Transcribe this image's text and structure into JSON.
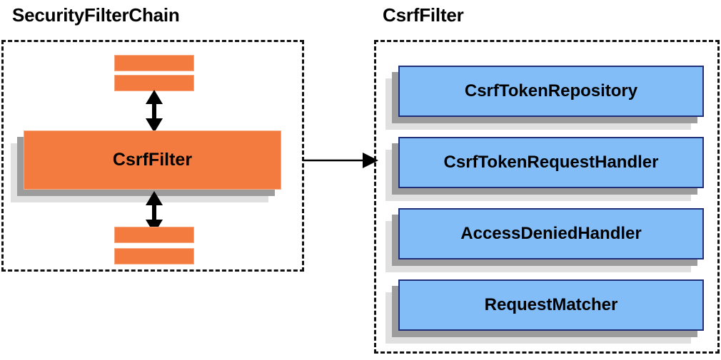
{
  "diagram": {
    "type": "component-collaboration-diagram",
    "background_color": "#ffffff",
    "left_panel": {
      "title": "SecurityFilterChain",
      "container_style": "dashed-border",
      "accent_color": "#f47b3f",
      "top_bars": [
        {
          "name": "anonymous-filter-bar-1"
        },
        {
          "name": "anonymous-filter-bar-2"
        }
      ],
      "main_component": {
        "label": "CsrfFilter",
        "fill_color": "#f47b3f",
        "border_color": "#f9a97f"
      },
      "bottom_bars": [
        {
          "name": "anonymous-filter-bar-3"
        },
        {
          "name": "anonymous-filter-bar-4"
        }
      ],
      "connectors": [
        {
          "name": "up-down-arrow-above",
          "style": "double-headed-vertical"
        },
        {
          "name": "up-down-arrow-below",
          "style": "double-headed-vertical"
        }
      ]
    },
    "link_arrow": {
      "name": "csrf-filter-detail-arrow",
      "style": "single-headed-horizontal",
      "from": "CsrfFilter",
      "to": "CsrfFilter detail panel"
    },
    "right_panel": {
      "title": "CsrfFilter",
      "container_style": "dashed-border",
      "accent_color": "#82bdf7",
      "components": [
        {
          "label": "CsrfTokenRepository"
        },
        {
          "label": "CsrfTokenRequestHandler"
        },
        {
          "label": "AccessDeniedHandler"
        },
        {
          "label": "RequestMatcher"
        }
      ]
    }
  }
}
